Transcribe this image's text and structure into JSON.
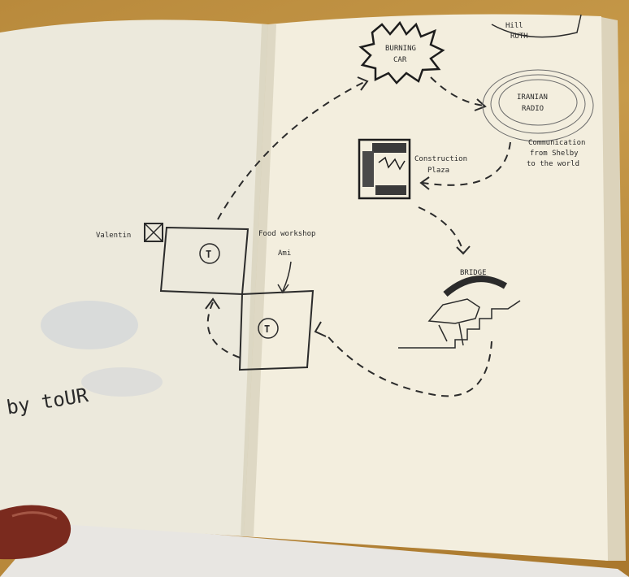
{
  "notebook": {
    "left_page": {
      "handwriting": "by toUR",
      "label_valentin": "Valentin",
      "tour_marker_1": "T"
    },
    "right_page": {
      "label_workshop_line1": "Food workshop",
      "label_workshop_line2": "Ami",
      "tour_marker_2": "T",
      "burning_car_line1": "BURNING",
      "burning_car_line2": "CAR",
      "corner_note_line1": "Hill",
      "corner_note_line2": "RUTH",
      "iranian_radio_line1": "IRANIAN",
      "iranian_radio_line2": "RADIO",
      "radio_note_line1": "Communication",
      "radio_note_line2": "from Shelby",
      "radio_note_line3": "to the world",
      "construction_line1": "Construction",
      "construction_line2": "Plaza",
      "bridge_label": "BRIDGE"
    }
  },
  "colors": {
    "paper_left": "#ece9dc",
    "paper_right": "#f3eede",
    "pencil": "#2b2b2b",
    "table_wood": "#b98a3c"
  }
}
